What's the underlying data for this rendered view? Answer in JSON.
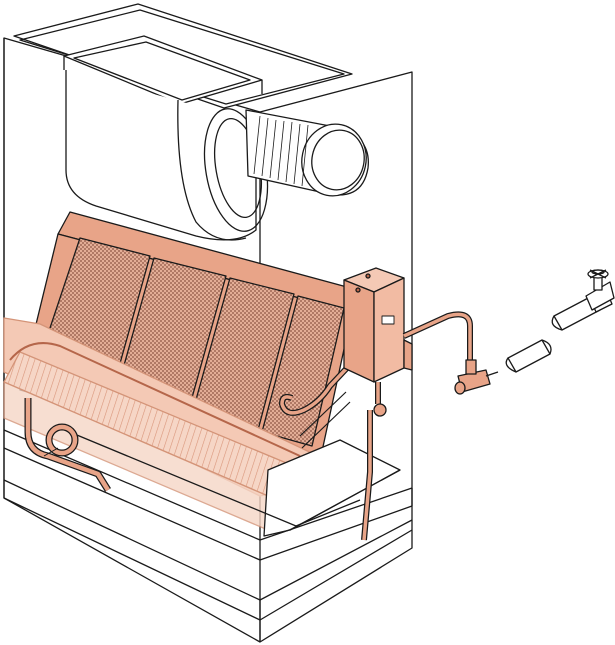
{
  "diagram": {
    "subject": "evaporative-humidifier-in-air-handler",
    "components": [
      {
        "id": "cabinet",
        "icon": "cabinet-outline-icon"
      },
      {
        "id": "top-duct-collar",
        "icon": "duct-collar-icon"
      },
      {
        "id": "blower-housing",
        "icon": "blower-icon"
      },
      {
        "id": "blower-motor",
        "icon": "motor-icon"
      },
      {
        "id": "media-pads",
        "count": 4,
        "icon": "evaporative-pad-icon"
      },
      {
        "id": "cooling-coil",
        "icon": "coil-icon"
      },
      {
        "id": "drain-pan",
        "icon": "drain-pan-icon"
      },
      {
        "id": "solenoid-control-box",
        "icon": "control-box-icon"
      },
      {
        "id": "water-supply-line",
        "icon": "pipe-icon"
      },
      {
        "id": "strainer-valve",
        "icon": "tee-valve-icon"
      },
      {
        "id": "shutoff-valve",
        "icon": "gate-valve-icon"
      }
    ],
    "colors": {
      "outline": "#1a1a1a",
      "copper": "#e8a488",
      "copper_dark": "#b5664a",
      "copper_light": "#f4c9b5",
      "pad_texture": "#c98b72",
      "cabinet_fill": "#ffffff"
    }
  }
}
